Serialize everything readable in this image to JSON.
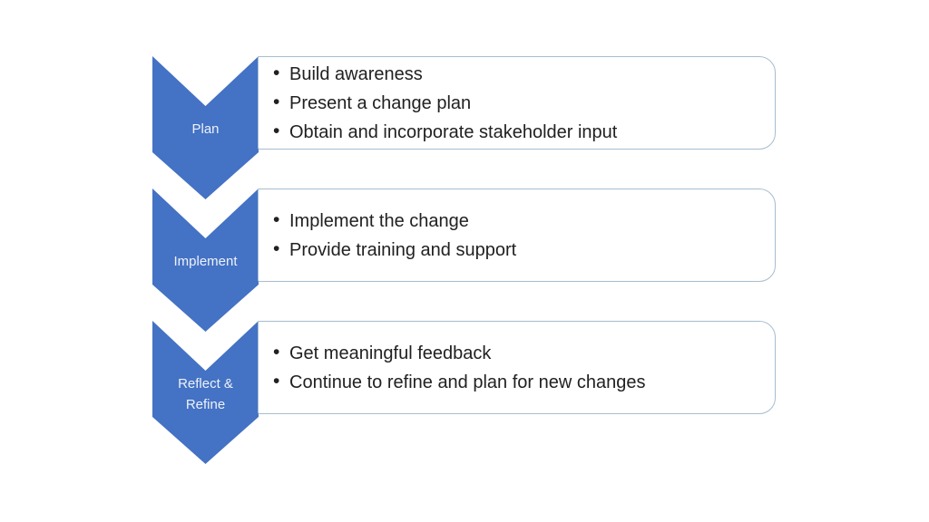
{
  "diagram": {
    "type": "vertical-chevron-process",
    "colors": {
      "chevron_fill": "#4472C4",
      "chevron_text": "#EDF2FA",
      "box_border": "#A6BDD0",
      "bullet_text": "#212121",
      "background": "#FFFFFF"
    }
  },
  "steps": [
    {
      "label": "Plan",
      "bullets": [
        "Build awareness",
        "Present a change plan",
        "Obtain and incorporate stakeholder input"
      ]
    },
    {
      "label": "Implement",
      "bullets": [
        "Implement the change",
        "Provide training and support"
      ]
    },
    {
      "label": "Reflect & Refine",
      "bullets": [
        "Get meaningful feedback",
        "Continue to refine and plan for new changes"
      ]
    }
  ]
}
